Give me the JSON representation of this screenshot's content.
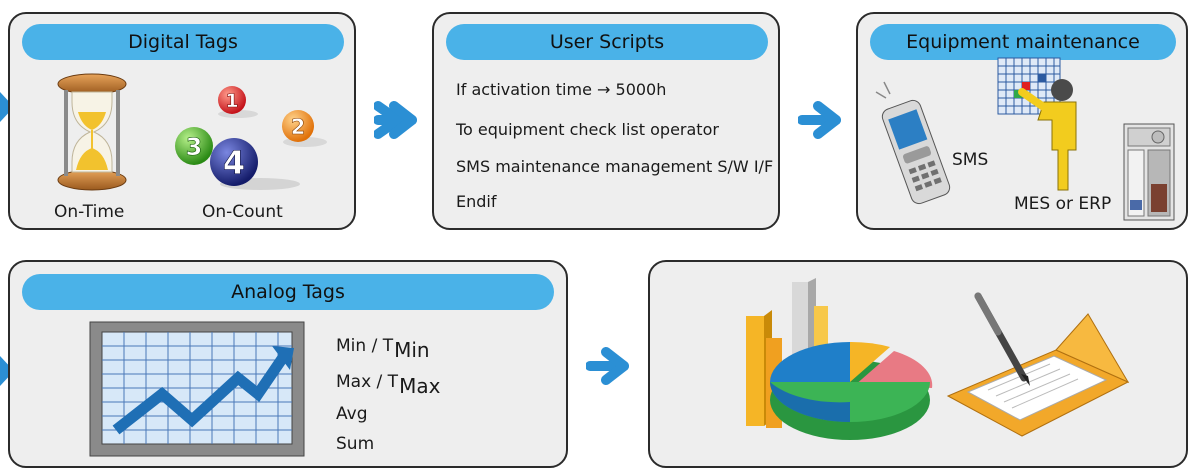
{
  "digital": {
    "title": "Digital Tags",
    "on_time": "On-Time",
    "on_count": "On-Count",
    "balls": [
      "1",
      "2",
      "3",
      "4"
    ]
  },
  "scripts": {
    "title": "User Scripts",
    "line1_prefix": "If activation time",
    "line1_arrow": "→",
    "line1_suffix": "5000h",
    "line2": "To equipment check list operator",
    "line3": "SMS maintenance management S/W I/F",
    "line4": "Endif"
  },
  "equipment": {
    "title": "Equipment maintenance",
    "sms": "SMS",
    "mes": "MES or ERP"
  },
  "analog": {
    "title": "Analog Tags",
    "min_label": "Min / T",
    "min_sub": "Min",
    "max_label": "Max / T",
    "max_sub": "Max",
    "avg": "Avg",
    "sum": "Sum"
  },
  "colors": {
    "panel_bg": "#eeeeee",
    "panel_border": "#2b2b2b",
    "pill": "#4ab2e8",
    "arrow": "#2b8fd4"
  }
}
